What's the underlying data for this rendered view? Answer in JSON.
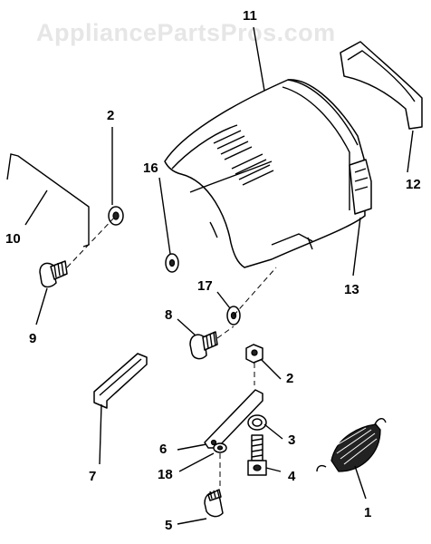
{
  "watermark": "AppliancePartsPros.com",
  "callouts": [
    "1",
    "2",
    "2",
    "3",
    "4",
    "5",
    "6",
    "7",
    "8",
    "9",
    "10",
    "11",
    "12",
    "13",
    "16",
    "17",
    "18"
  ]
}
